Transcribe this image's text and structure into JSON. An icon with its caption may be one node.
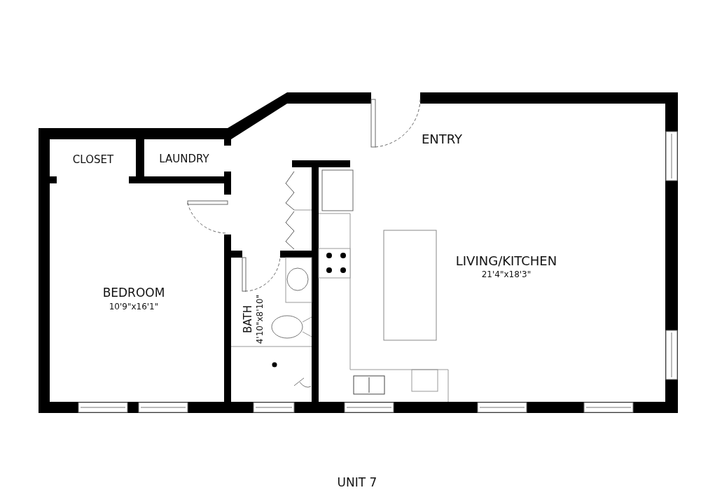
{
  "diagram": {
    "caption": "UNIT 7",
    "labels": [
      "CLOSET",
      "LAUNDRY",
      "ENTRY",
      "BEDROOM",
      "10'9\"x16'1\"",
      "BATH",
      "4'10\"x8'10\"",
      "LIVING/KITCHEN",
      "21'4\"x18'3\""
    ]
  }
}
